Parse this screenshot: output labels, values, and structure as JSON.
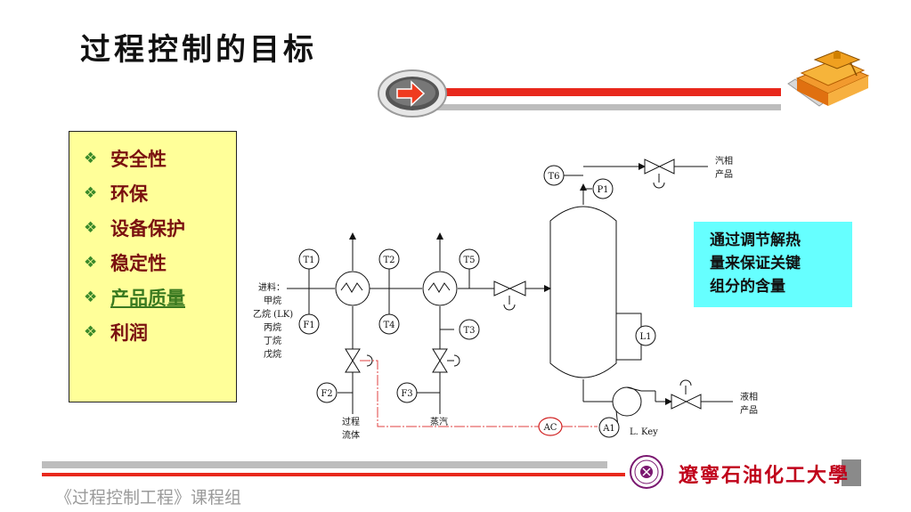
{
  "title": "过程控制的目标",
  "bullets": [
    {
      "text": "安全性"
    },
    {
      "text": "环保"
    },
    {
      "text": "设备保护"
    },
    {
      "text": "稳定性"
    },
    {
      "text": "产品质量"
    },
    {
      "text": "利润"
    }
  ],
  "bullet_mark": "❖",
  "note": {
    "line1": "通过调节解热",
    "line2": "量来保证关键",
    "line3": "组分的含量"
  },
  "diagram": {
    "feed": {
      "l1": "进料：",
      "l2": "甲烷",
      "l3": "乙烷 (LK)",
      "l4": "丙烷",
      "l5": "丁烷",
      "l6": "戊烷"
    },
    "instruments": {
      "T1": "T1",
      "F1": "F1",
      "T2": "T2",
      "T4": "T4",
      "T5": "T5",
      "T3": "T3",
      "F2": "F2",
      "F3": "F3",
      "T6": "T6",
      "P1": "P1",
      "L1": "L1",
      "A1": "A1",
      "AC": "AC"
    },
    "process_fluid": {
      "l1": "过程",
      "l2": "流体"
    },
    "steam": "蒸汽",
    "vapor_product": {
      "l1": "汽相",
      "l2": "产品"
    },
    "liquid_product": {
      "l1": "液相",
      "l2": "产品"
    },
    "lkey": "L. Key"
  },
  "footer": {
    "course": "《过程控制工程》课程组",
    "university": "遼寧石油化工大學"
  },
  "colors": {
    "accent_red": "#e8281c",
    "bar_gray": "#bdbdbd",
    "note_bg": "#66ffff",
    "box_bg": "#ffff99"
  }
}
